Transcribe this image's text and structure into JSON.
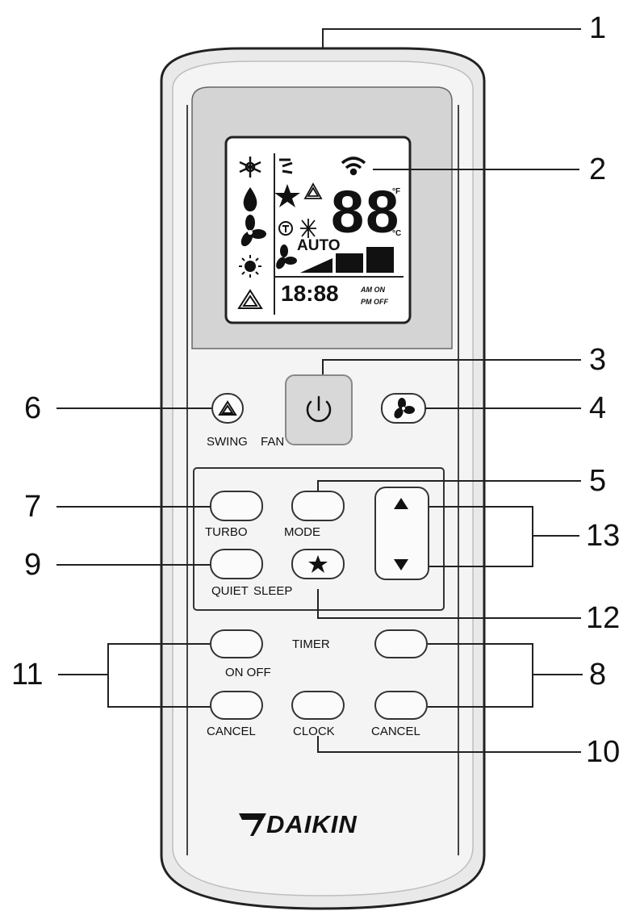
{
  "callouts": {
    "c1": "1",
    "c2": "2",
    "c3": "3",
    "c4": "4",
    "c5": "5",
    "c6": "6",
    "c7": "7",
    "c8": "8",
    "c9": "9",
    "c10": "10",
    "c11": "11",
    "c12": "12",
    "c13": "13"
  },
  "lcd": {
    "temp_digits": "88",
    "unit_f": "°F",
    "unit_c": "°C",
    "fan_mode": "AUTO",
    "clock_digits": "18:88",
    "am_on": "AM ON",
    "pm_off": "PM OFF"
  },
  "labels": {
    "swing": "SWING",
    "fan": "FAN",
    "turbo": "TURBO",
    "mode": "MODE",
    "quiet": "QUIET",
    "sleep": "SLEEP",
    "timer": "TIMER",
    "on_off": "ON OFF",
    "cancel_left": "CANCEL",
    "clock": "CLOCK",
    "cancel_right": "CANCEL"
  },
  "brand": "DAIKIN",
  "icons": {
    "lcd": [
      "snowflake-icon",
      "drop-icon",
      "fan-icon",
      "sun-icon",
      "swing-icon",
      "vertical-swing-icon",
      "wifi-icon",
      "star-icon",
      "swing-small-icon",
      "quiet-icon",
      "turbo-icon",
      "fan-speed-icon"
    ],
    "buttons": [
      "swing-icon",
      "power-icon",
      "fan-icon",
      "up-arrow-icon",
      "down-arrow-icon",
      "star-icon"
    ]
  }
}
